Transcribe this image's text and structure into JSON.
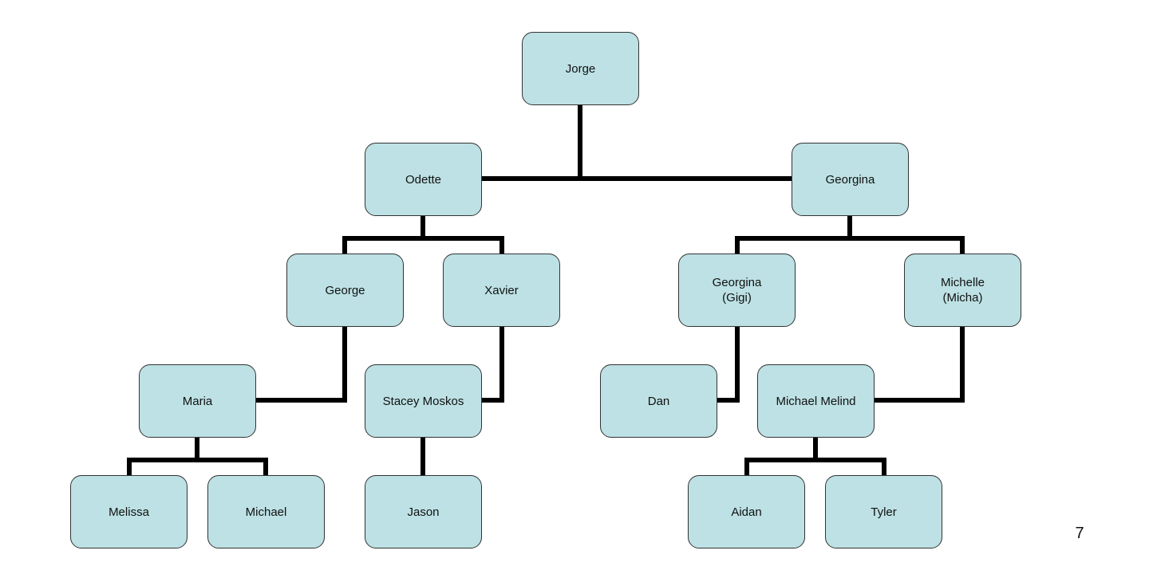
{
  "diagram": {
    "nodes": {
      "jorge": "Jorge",
      "odette": "Odette",
      "georgina": "Georgina",
      "george": "George",
      "xavier": "Xavier",
      "gigi": "Georgina\n(Gigi)",
      "micha": "Michelle\n(Micha)",
      "maria": "Maria",
      "stacey": "Stacey Moskos",
      "dan": "Dan",
      "melind": "Michael Melind",
      "melissa": "Melissa",
      "michael": "Michael",
      "jason": "Jason",
      "aidan": "Aidan",
      "tyler": "Tyler"
    },
    "edges": [
      [
        "jorge",
        "odette"
      ],
      [
        "jorge",
        "georgina"
      ],
      [
        "odette",
        "george"
      ],
      [
        "odette",
        "xavier"
      ],
      [
        "georgina",
        "gigi"
      ],
      [
        "georgina",
        "micha"
      ],
      [
        "george",
        "maria"
      ],
      [
        "xavier",
        "stacey"
      ],
      [
        "gigi",
        "dan"
      ],
      [
        "micha",
        "melind"
      ],
      [
        "maria",
        "melissa"
      ],
      [
        "maria",
        "michael"
      ],
      [
        "stacey",
        "jason"
      ],
      [
        "melind",
        "aidan"
      ],
      [
        "melind",
        "tyler"
      ]
    ],
    "node_color": "#bde1e4",
    "line_color": "#000000"
  },
  "slide_number": "7"
}
